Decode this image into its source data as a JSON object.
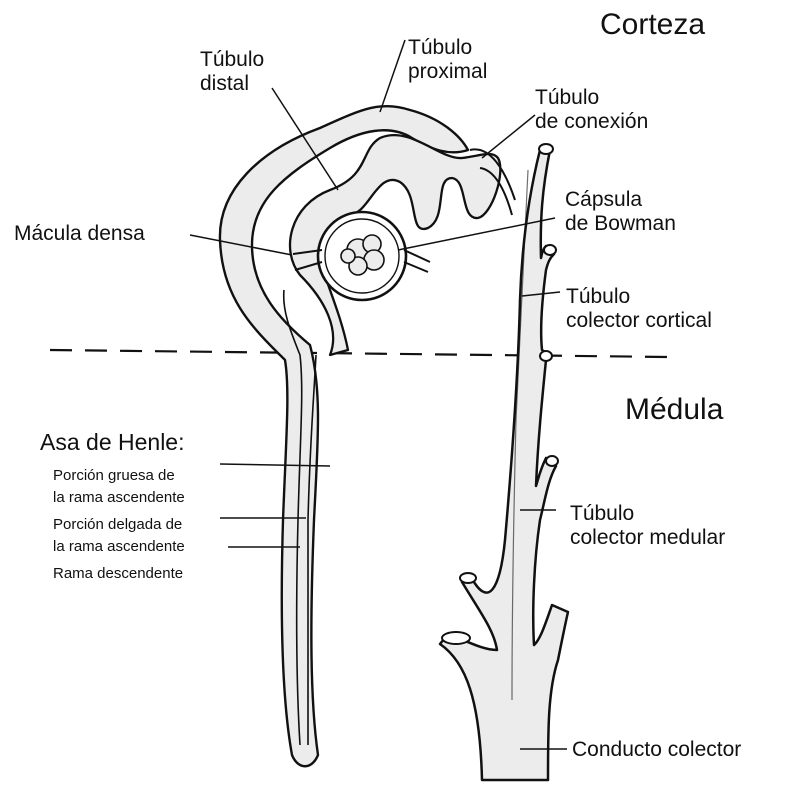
{
  "labels": {
    "corteza": "Corteza",
    "medula": "Médula",
    "tubulo_distal": [
      "Túbulo",
      "distal"
    ],
    "tubulo_proximal": [
      "Túbulo",
      "proximal"
    ],
    "tubulo_conexion": [
      "Túbulo",
      "de conexión"
    ],
    "capsula_bowman": [
      "Cápsula",
      "de Bowman"
    ],
    "macula_densa": "Mácula densa",
    "tubulo_colector_cortical": [
      "Túbulo",
      "colector cortical"
    ],
    "asa_de_henle": "Asa de Henle:",
    "porcion_gruesa": [
      "Porción gruesa de",
      "la rama ascendente"
    ],
    "porcion_delgada": [
      "Porción delgada de",
      "la rama ascendente"
    ],
    "rama_descendente": "Rama descendente",
    "tubulo_colector_medular": [
      "Túbulo",
      "colector medular"
    ],
    "conducto_colector": "Conducto colector"
  },
  "colors": {
    "ink": "#111111",
    "tubule_fill": "#ececec",
    "background": "#ffffff"
  }
}
